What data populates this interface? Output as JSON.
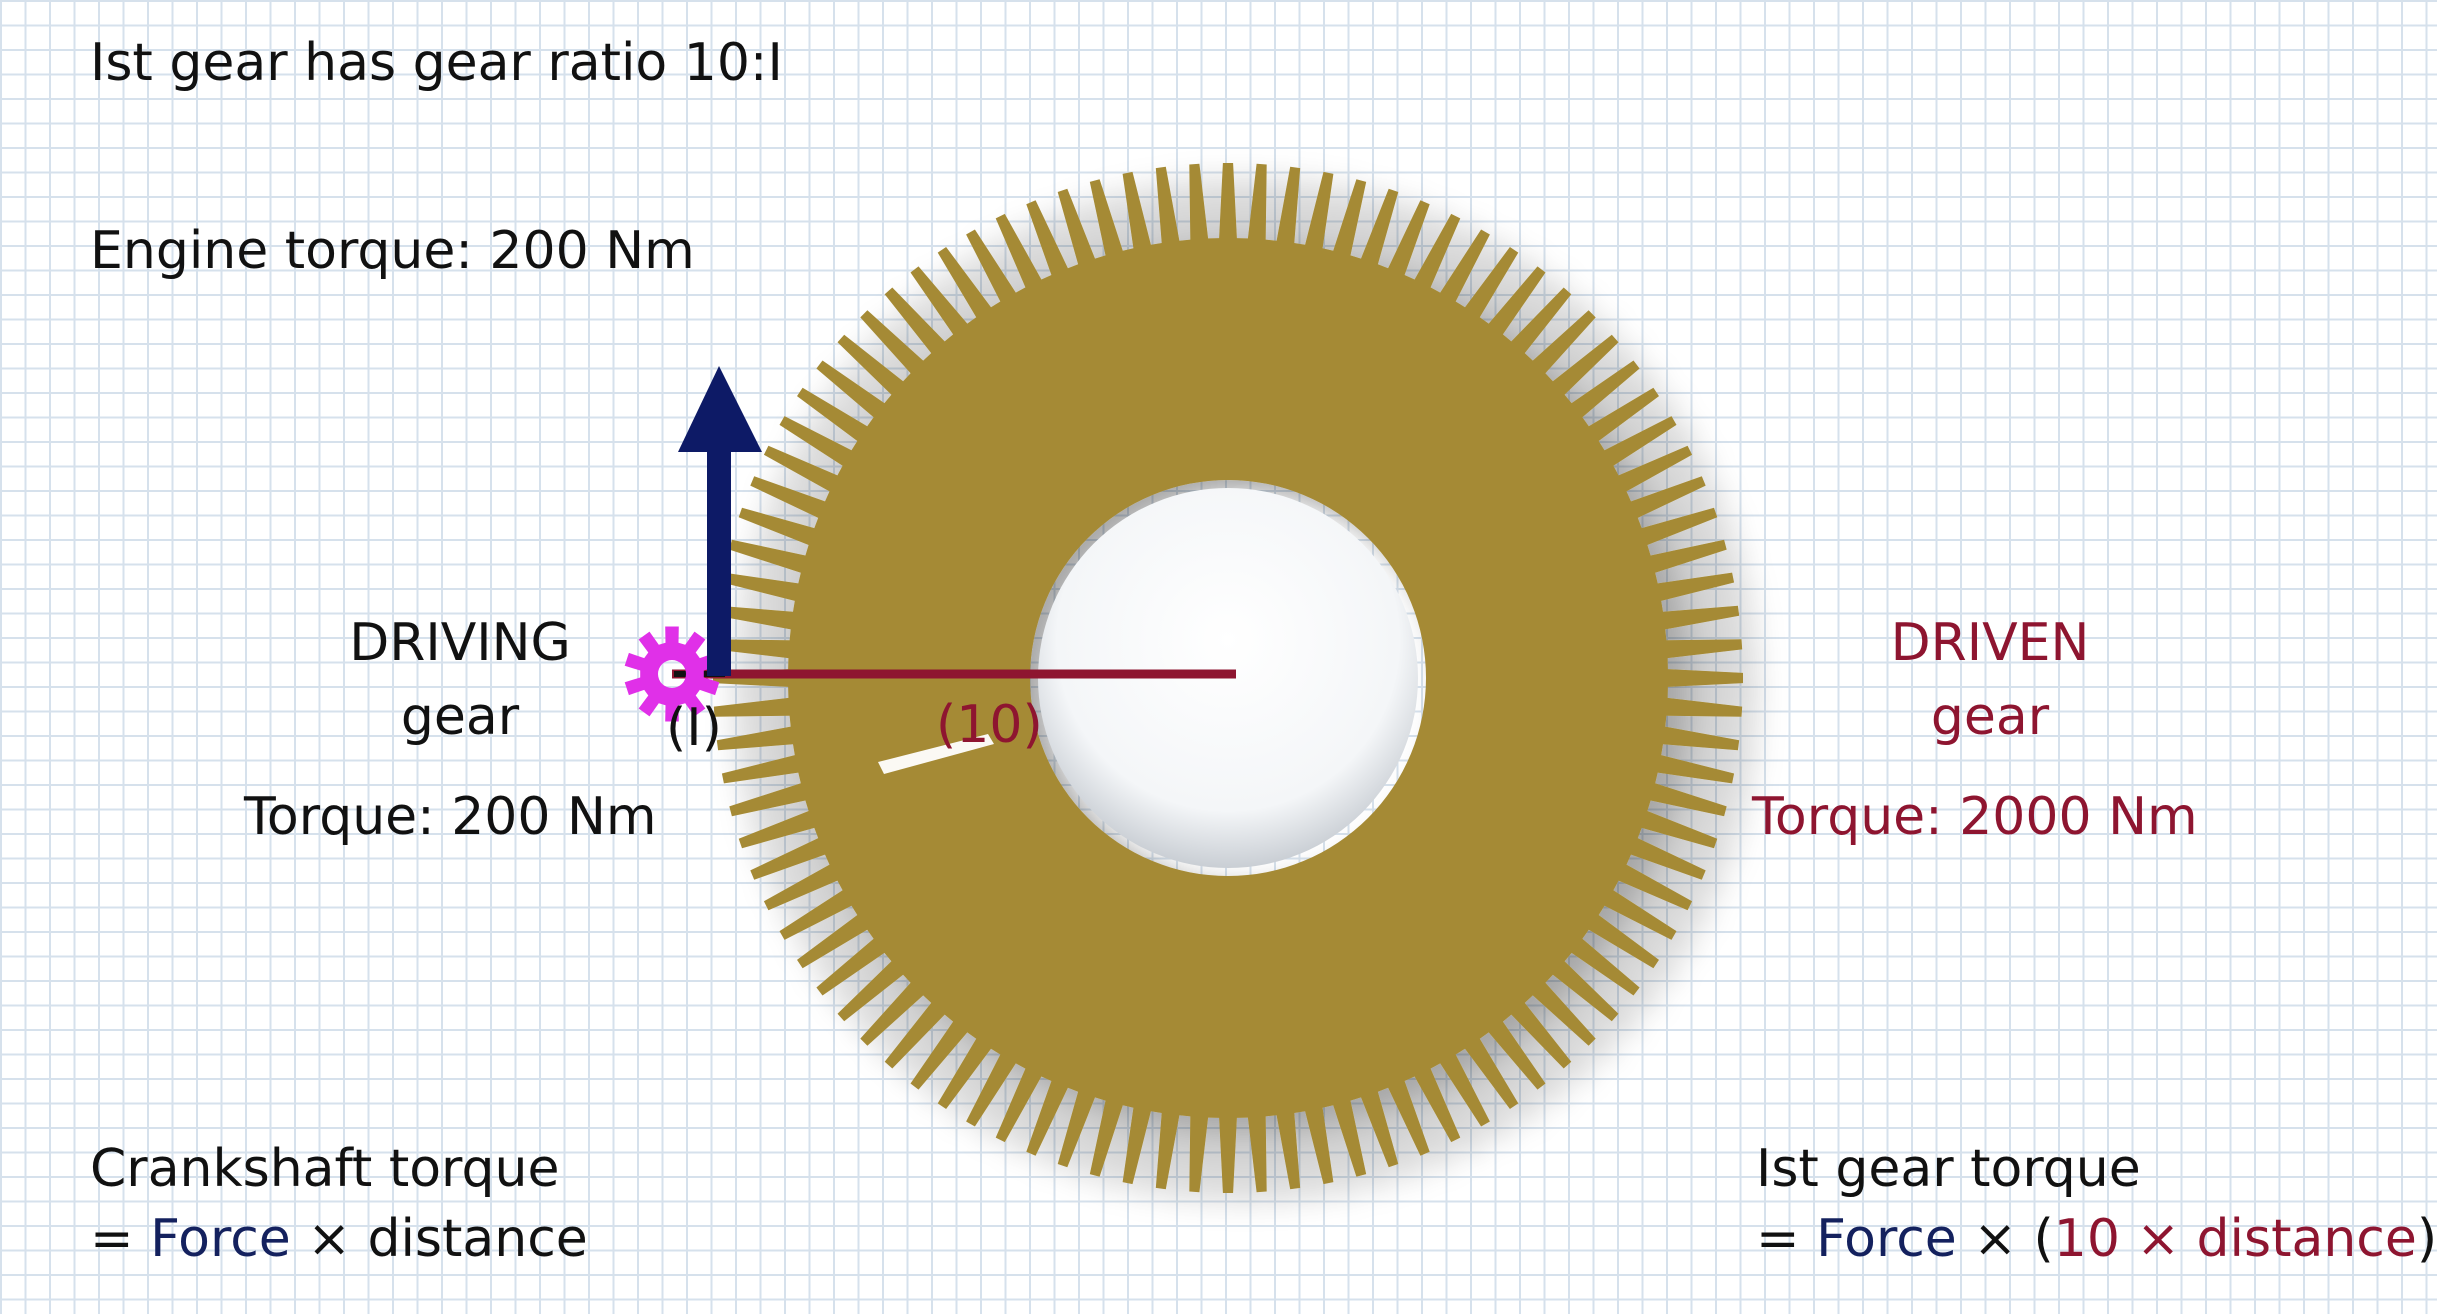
{
  "header": {
    "gear_ratio_line": "Ist gear has gear ratio 10:I",
    "engine_torque_line": "Engine torque: 200 Nm"
  },
  "driving": {
    "title": "DRIVING",
    "subtitle": "gear",
    "torque": "Torque: 200 Nm",
    "radius_label": "(I)"
  },
  "driven": {
    "title": "DRIVEN",
    "subtitle": "gear",
    "torque": "Torque: 2000 Nm",
    "radius_label": "(10)"
  },
  "formula_left": {
    "line1": "Crankshaft torque",
    "eq": "= ",
    "force": "Force",
    "rest": " × distance"
  },
  "formula_right": {
    "line1": "Ist gear torque",
    "eq": "= ",
    "force": "Force",
    "times": " × (",
    "scaled": "10 × distance",
    "close": ")"
  },
  "colors": {
    "large_gear": "#a58a35",
    "small_gear": "#e030e8",
    "force_arrow": "#0d1a66",
    "radius_line": "#8e1530",
    "text_blue": "#14215e",
    "text_red": "#8e1530"
  },
  "icons": {
    "large_gear": "driven-gear-icon",
    "small_gear": "driving-gear-icon",
    "arrow": "force-arrow-icon"
  }
}
